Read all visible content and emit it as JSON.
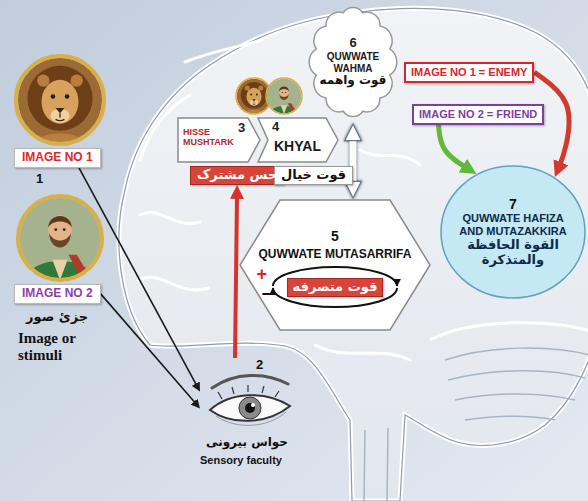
{
  "diagram": {
    "nodes": [
      {
        "text": [
          "IMAGE NO 1"
        ]
      },
      {
        "text": [
          "IMAGE NO 2"
        ]
      },
      {
        "text": [
          "2",
          "حواس بیرونی",
          "Sensory faculty"
        ]
      },
      {
        "text": [
          "3",
          "HISSE MUSHTARK"
        ]
      },
      {
        "text": [
          "حس مشترک"
        ]
      },
      {
        "text": [
          "4",
          "KHYAL"
        ]
      },
      {
        "text": [
          "قوت خیال"
        ]
      },
      {
        "text": [
          "6",
          "QUWWATE WAHMA",
          "قوت واهمه"
        ]
      },
      {
        "text": [
          "IMAGE NO 1 = ENEMY"
        ]
      },
      {
        "text": [
          "IMAGE NO 2 = FRIEND"
        ]
      },
      {
        "text": [
          "5",
          "QUWWATE MUTASARRIFA",
          "+",
          "−"
        ]
      },
      {
        "text": [
          "قوت متصرفه"
        ],
        "in": 10
      },
      {
        "text": [
          "7",
          "QUWWATE HAFIZA AND MUTAZAKKIRA",
          "القوة الحافظة والمتذكرة"
        ]
      }
    ],
    "edges": [
      {
        "from": 0,
        "to": 2,
        "arrow": "to"
      },
      {
        "from": 1,
        "to": 2,
        "arrow": "to"
      },
      {
        "from": 2,
        "to": 4,
        "arrow": "to"
      },
      {
        "from": 7,
        "to": 10,
        "arrow": "both"
      },
      {
        "from": 8,
        "to": 12,
        "arrow": "to"
      },
      {
        "from": 9,
        "to": 12,
        "arrow": "to"
      }
    ],
    "labels": [
      "1",
      "جزئ صور",
      "Image or stimuli"
    ]
  }
}
